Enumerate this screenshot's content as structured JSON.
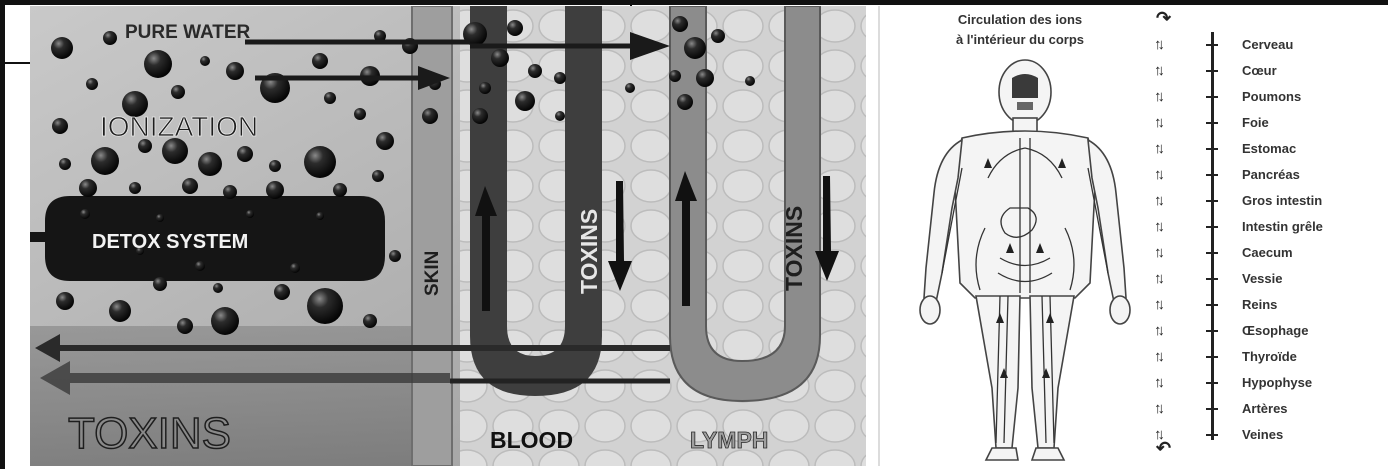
{
  "left_figure": {
    "pure_water": "PURE WATER",
    "ionization": "IONIZATION",
    "detox_system": "DETOX SYSTEM",
    "skin": "SKIN",
    "toxins_blood": "TOXINS",
    "toxins_lymph": "TOXINS",
    "toxins_bottom": "TOXINS",
    "blood": "BLOOD",
    "lymph": "LYMPH"
  },
  "right_figure": {
    "title_line1": "Circulation des ions",
    "title_line2": "à l'intérieur du corps",
    "arrow_glyph": "↑↓",
    "organs": [
      "Cerveau",
      "Cœur",
      "Poumons",
      "Foie",
      "Estomac",
      "Pancréas",
      "Gros intestin",
      "Intestin grêle",
      "Caecum",
      "Vessie",
      "Reins",
      "Œsophage",
      "Thyroïde",
      "Hypophyse",
      "Artères",
      "Veines"
    ]
  }
}
